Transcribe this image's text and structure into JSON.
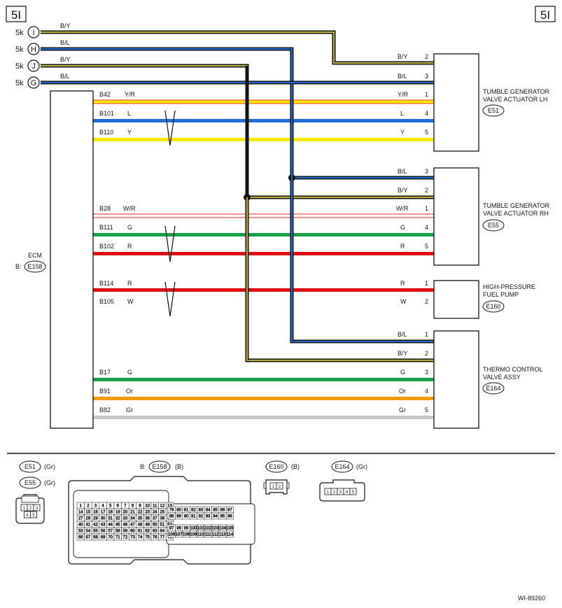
{
  "page_ref": "5I",
  "drawing_id": "WI-89260",
  "ecm": {
    "name": "ECM",
    "prefix": "B:",
    "connector": "E158"
  },
  "grounds": [
    {
      "prefix": "5k",
      "letter": "I",
      "color_code": "B/Y"
    },
    {
      "prefix": "5k",
      "letter": "H",
      "color_code": "B/L"
    },
    {
      "prefix": "5k",
      "letter": "J",
      "color_code": "B/Y"
    },
    {
      "prefix": "5k",
      "letter": "G",
      "color_code": "B/L"
    }
  ],
  "components": [
    {
      "name_lines": [
        "TUMBLE GENERATOR",
        "VALVE ACTUATOR LH"
      ],
      "connector": "E51"
    },
    {
      "name_lines": [
        "TUMBLE GENERATOR",
        "VALVE ACTUATOR RH"
      ],
      "connector": "E55"
    },
    {
      "name_lines": [
        "HIGH-PRESSURE",
        "FUEL PUMP"
      ],
      "connector": "E160"
    },
    {
      "name_lines": [
        "THERMO CONTROL",
        "VALVE ASSY"
      ],
      "connector": "E164"
    }
  ],
  "wires": [
    {
      "ecm_pin": "B42",
      "color_code": "Y/R",
      "pin": "1"
    },
    {
      "ecm_pin": "B101",
      "color_code": "L",
      "pin": "4"
    },
    {
      "ecm_pin": "B110",
      "color_code": "Y",
      "pin": "5"
    },
    {
      "ecm_pin": "B28",
      "color_code": "W/R",
      "pin": "1"
    },
    {
      "ecm_pin": "B111",
      "color_code": "G",
      "pin": "4"
    },
    {
      "ecm_pin": "B102",
      "color_code": "R",
      "pin": "5"
    },
    {
      "ecm_pin": "B114",
      "color_code": "R",
      "pin": "1"
    },
    {
      "ecm_pin": "B105",
      "color_code": "W",
      "pin": "2"
    },
    {
      "ecm_pin": "B17",
      "color_code": "G",
      "pin": "3"
    },
    {
      "ecm_pin": "B91",
      "color_code": "Or",
      "pin": "4"
    },
    {
      "ecm_pin": "B82",
      "color_code": "Gr",
      "pin": "5"
    }
  ],
  "supply_entries": [
    {
      "color_code": "B/Y",
      "pin": "2"
    },
    {
      "color_code": "B/L",
      "pin": "3"
    },
    {
      "color_code": "B/L",
      "pin": "3"
    },
    {
      "color_code": "B/Y",
      "pin": "2"
    },
    {
      "color_code": "B/L",
      "pin": "1"
    },
    {
      "color_code": "B/Y",
      "pin": "2"
    }
  ],
  "legend": {
    "e51": {
      "connector": "E51",
      "housing": "(Gr)"
    },
    "e55": {
      "connector": "E55",
      "housing": "(Gr)"
    },
    "e158": {
      "prefix": "B:",
      "connector": "E158",
      "housing": "(B)"
    },
    "e160": {
      "connector": "E160",
      "housing": "(B)"
    },
    "e164": {
      "connector": "E164",
      "housing": "(Gr)"
    },
    "pins_4": [
      "1",
      "2",
      "3",
      "4",
      "5"
    ],
    "pins_2": [
      "1",
      "2"
    ],
    "pins_5": [
      "1",
      "2",
      "3",
      "4",
      "5"
    ]
  },
  "colors": {
    "yellow": "#f7e600",
    "blue": "#1f6fd6",
    "green": "#17a24a",
    "red": "#e01010",
    "orange": "#f49a00",
    "gray": "#c8c8c8",
    "black": "#111111",
    "olive": "#bfb23a"
  }
}
